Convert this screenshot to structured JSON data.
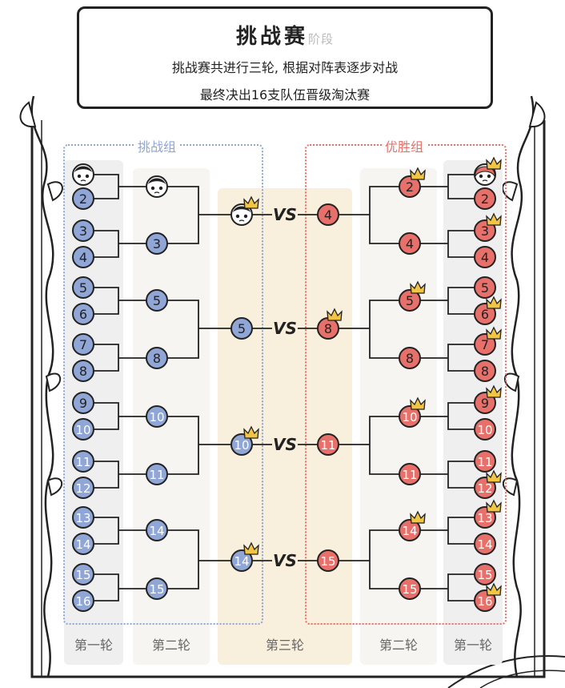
{
  "header": {
    "title": "挑战赛",
    "title_suffix": "阶段",
    "line1": "挑战赛共进行三轮, 根据对阵表逐步对战",
    "line2": "最终决出16支队伍晋级淘汰赛"
  },
  "groups": {
    "challenge_label": "挑战组",
    "winners_label": "优胜组",
    "challenge_color": "#8fa6d6",
    "winners_color": "#e8706a"
  },
  "columns": {
    "left_r1": "第一轮",
    "left_r2": "第二轮",
    "r3": "第三轮",
    "right_r2": "第二轮",
    "right_r1": "第一轮"
  },
  "vs_label": "VS",
  "colors": {
    "blue": "#8fa6d6",
    "red": "#e8706a",
    "crown": "#f2c542"
  },
  "left": {
    "r1": [
      "logo",
      "2",
      "3",
      "4",
      "5",
      "6",
      "7",
      "8",
      "9",
      "10",
      "11",
      "12",
      "13",
      "14",
      "15",
      "16"
    ],
    "r2": [
      "logo",
      "3",
      "5",
      "8",
      "10",
      "11",
      "14",
      "15"
    ],
    "r3": [
      "logo",
      "5",
      "10",
      "14"
    ],
    "r3_crown": [
      true,
      false,
      true,
      true
    ]
  },
  "right": {
    "r1": [
      "logo",
      "2",
      "3",
      "4",
      "5",
      "6",
      "7",
      "8",
      "9",
      "10",
      "11",
      "12",
      "13",
      "14",
      "15",
      "16"
    ],
    "r1_crown": [
      true,
      false,
      true,
      false,
      false,
      true,
      true,
      false,
      true,
      false,
      false,
      true,
      true,
      false,
      false,
      true
    ],
    "r2": [
      "2",
      "4",
      "5",
      "8",
      "10",
      "11",
      "14",
      "15"
    ],
    "r2_crown": [
      true,
      false,
      true,
      false,
      true,
      false,
      true,
      false
    ],
    "r3": [
      "4",
      "8",
      "11",
      "15"
    ],
    "r3_crown": [
      false,
      true,
      false,
      false
    ]
  }
}
